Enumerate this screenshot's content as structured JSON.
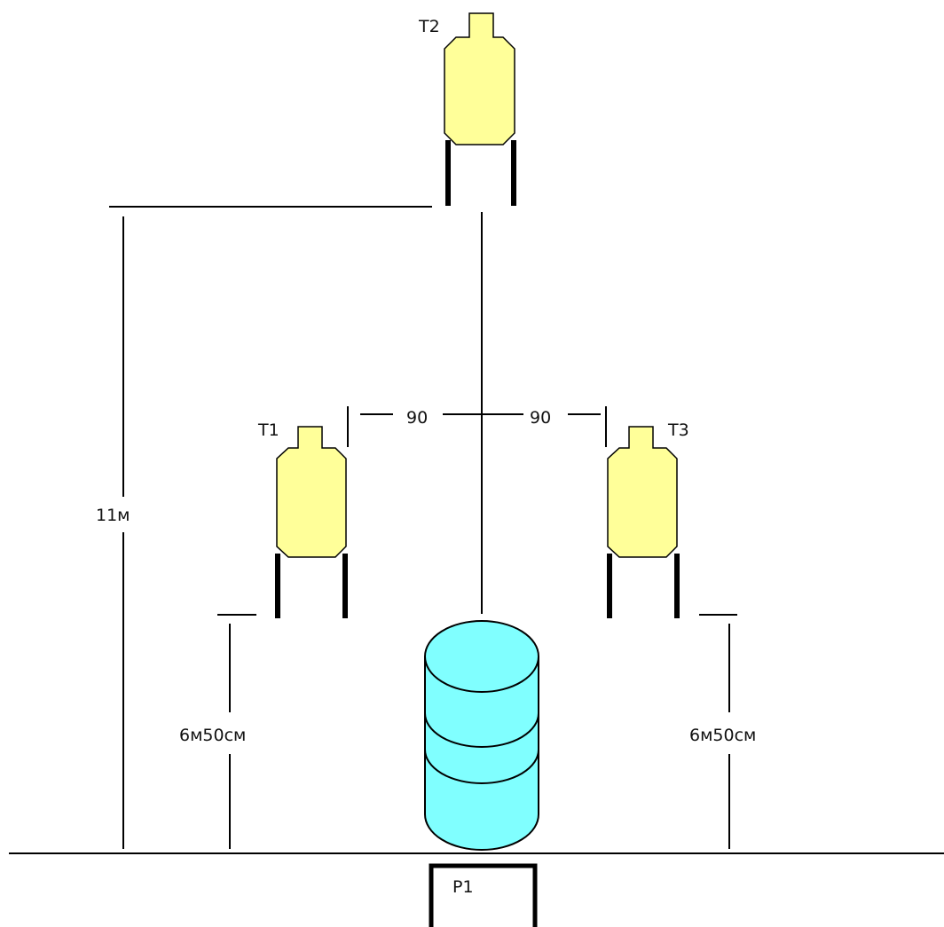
{
  "targets": [
    {
      "label": "T1"
    },
    {
      "label": "T2"
    },
    {
      "label": "T3"
    }
  ],
  "dimensions": {
    "total_depth": "11м",
    "left_depth": "6м50см",
    "right_depth": "6м50см",
    "left_spacing": "90",
    "right_spacing": "90"
  },
  "position": {
    "label": "P1"
  },
  "colors": {
    "target_fill": "#ffff99",
    "barrel_fill": "#80ffff",
    "line": "#000000"
  }
}
